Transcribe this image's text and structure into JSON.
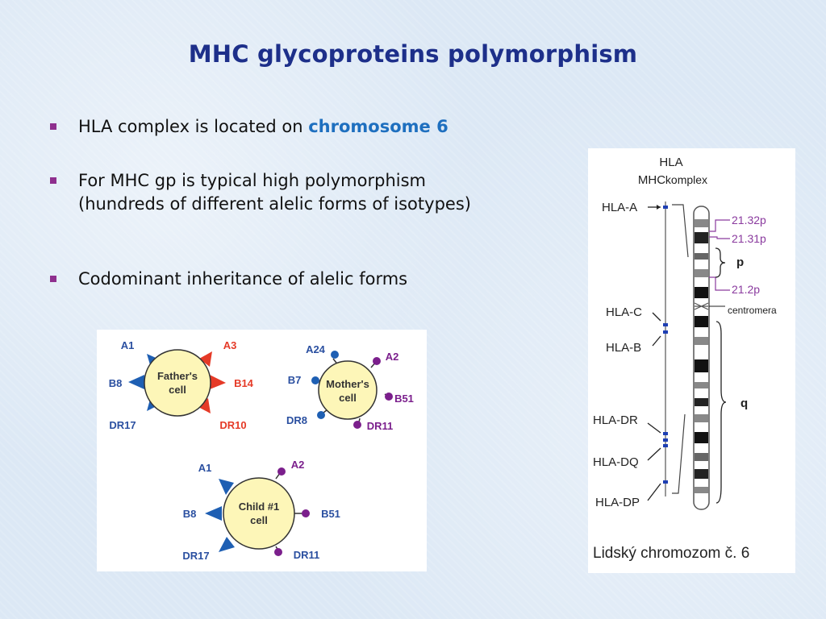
{
  "slide": {
    "title": "MHC glycoproteins  polymorphism",
    "bullets": [
      {
        "text": "HLA complex is located on ",
        "highlight": "chromosome 6"
      },
      {
        "line1": "For MHC gp is typical high polymorphism",
        "line2": "(hundreds of different alelic forms of isotypes)"
      },
      {
        "text": "Codominant inheritance of alelic forms"
      }
    ]
  },
  "cells": {
    "father": {
      "label1": "Father's",
      "label2": "cell",
      "alleles": [
        "A1",
        "A3",
        "B8",
        "B14",
        "DR17",
        "DR10"
      ]
    },
    "mother": {
      "label1": "Mother's",
      "label2": "cell",
      "alleles": [
        "A24",
        "A2",
        "B7",
        "B51",
        "DR8",
        "DR11"
      ]
    },
    "child": {
      "label1": "Child #1",
      "label2": "cell",
      "alleles": [
        "A1",
        "A2",
        "B8",
        "B51",
        "DR17",
        "DR11"
      ]
    }
  },
  "chromosome": {
    "hla": "HLA",
    "mhc": "MHC",
    "komplex": "komplex",
    "genes": [
      "HLA-A",
      "HLA-C",
      "HLA-B",
      "HLA-DR",
      "HLA-DQ",
      "HLA-DP"
    ],
    "bands": [
      "21.32p",
      "21.31p",
      "21.2p"
    ],
    "arm_p": "p",
    "arm_q": "q",
    "centromere": "centromera",
    "caption": "Lidský chromozom č. 6"
  },
  "colors": {
    "title": "#1d2f8a",
    "bullet_marker": "#8e2f8e",
    "highlight": "#1e6fbf",
    "father_allele": "#e53a27",
    "maternal_allele": "#7b1f8c",
    "paternal_allele": "#1e5fb3",
    "allele_label": "#2a4fa0",
    "cell_fill": "#fdf6b8",
    "band_label": "#8a3a9e"
  }
}
